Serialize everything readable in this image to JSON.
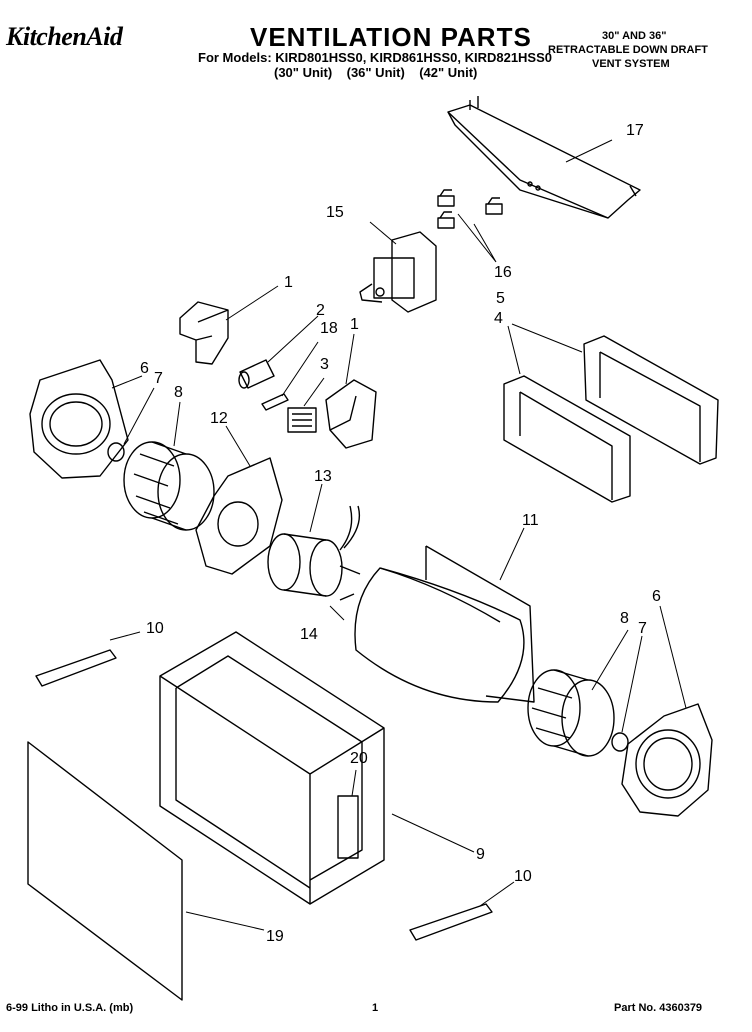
{
  "header": {
    "brand": "KitchenAid",
    "title": "VENTILATION PARTS",
    "models_line": "For Models: KIRD801HSS0, KIRD861HSS0, KIRD821HSS0",
    "units_line": "(30\" Unit)    (36\" Unit)    (42\" Unit)",
    "right_line1": "30\" AND 36\"",
    "right_line2": "RETRACTABLE DOWN DRAFT",
    "right_line3": "VENT SYSTEM"
  },
  "callouts": [
    "1",
    "2",
    "18",
    "1",
    "3",
    "4",
    "5",
    "6",
    "7",
    "8",
    "9",
    "10",
    "10",
    "11",
    "12",
    "13",
    "14",
    "15",
    "16",
    "17",
    "19",
    "20",
    "8",
    "7",
    "6"
  ],
  "footer": {
    "left": "6-99 Litho in U.S.A. (mb)",
    "center": "1",
    "right": "Part No. 4360379"
  }
}
